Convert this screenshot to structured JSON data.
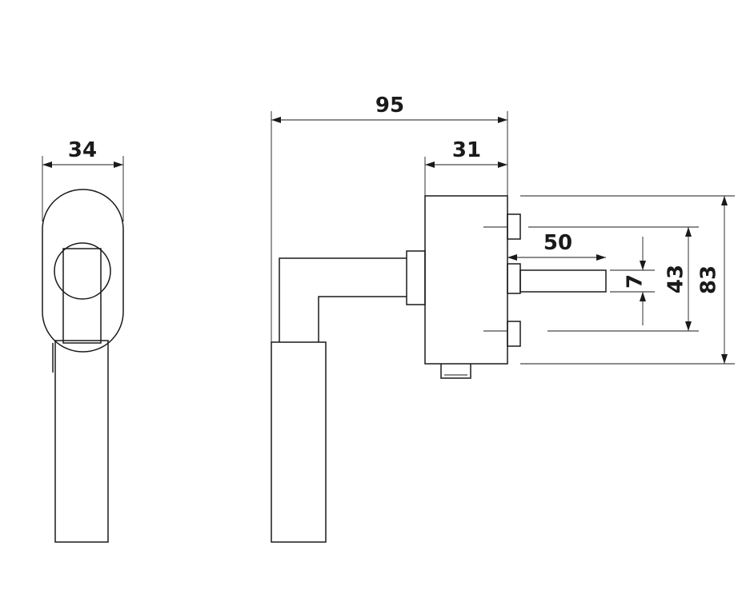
{
  "dimensions": {
    "front_width": "34",
    "total_length": "95",
    "rose_depth": "31",
    "spindle_length": "50",
    "spindle_square": "7",
    "screw_spacing": "43",
    "rose_height": "83"
  },
  "colors": {
    "line": "#1a1a1a",
    "background": "#ffffff"
  }
}
